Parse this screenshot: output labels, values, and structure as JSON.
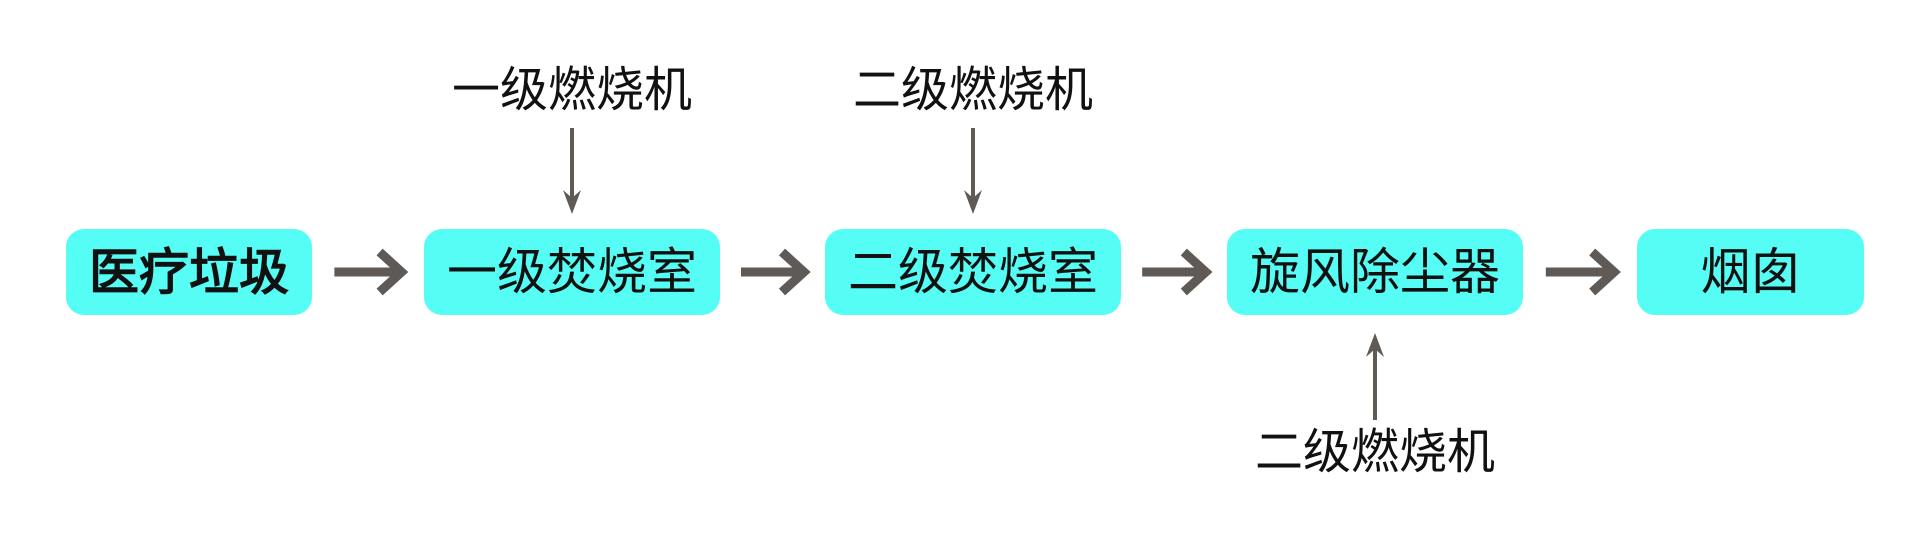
{
  "colors": {
    "box_fill": "#55fdf5",
    "arrow": "#5f5a55",
    "text": "#111111",
    "highlight_text": "#ee1c1c"
  },
  "nodes": [
    {
      "id": "medical-waste",
      "label": "医疗垃圾",
      "highlight": true
    },
    {
      "id": "primary-chamber",
      "label": "一级焚烧室",
      "highlight": false
    },
    {
      "id": "secondary-chamber",
      "label": "二级焚烧室",
      "highlight": false
    },
    {
      "id": "cyclone",
      "label": "旋风除尘器",
      "highlight": false
    },
    {
      "id": "chimney",
      "label": "烟囱",
      "highlight": false
    }
  ],
  "burners": [
    {
      "id": "burner-primary",
      "label": "一级燃烧机",
      "target": "primary-chamber",
      "position": "above"
    },
    {
      "id": "burner-secondary",
      "label": "二级燃烧机",
      "target": "secondary-chamber",
      "position": "above"
    },
    {
      "id": "burner-cyclone",
      "label": "二级燃烧机",
      "target": "cyclone",
      "position": "below"
    }
  ],
  "edges": [
    {
      "from": "medical-waste",
      "to": "primary-chamber"
    },
    {
      "from": "primary-chamber",
      "to": "secondary-chamber"
    },
    {
      "from": "secondary-chamber",
      "to": "cyclone"
    },
    {
      "from": "cyclone",
      "to": "chimney"
    }
  ]
}
